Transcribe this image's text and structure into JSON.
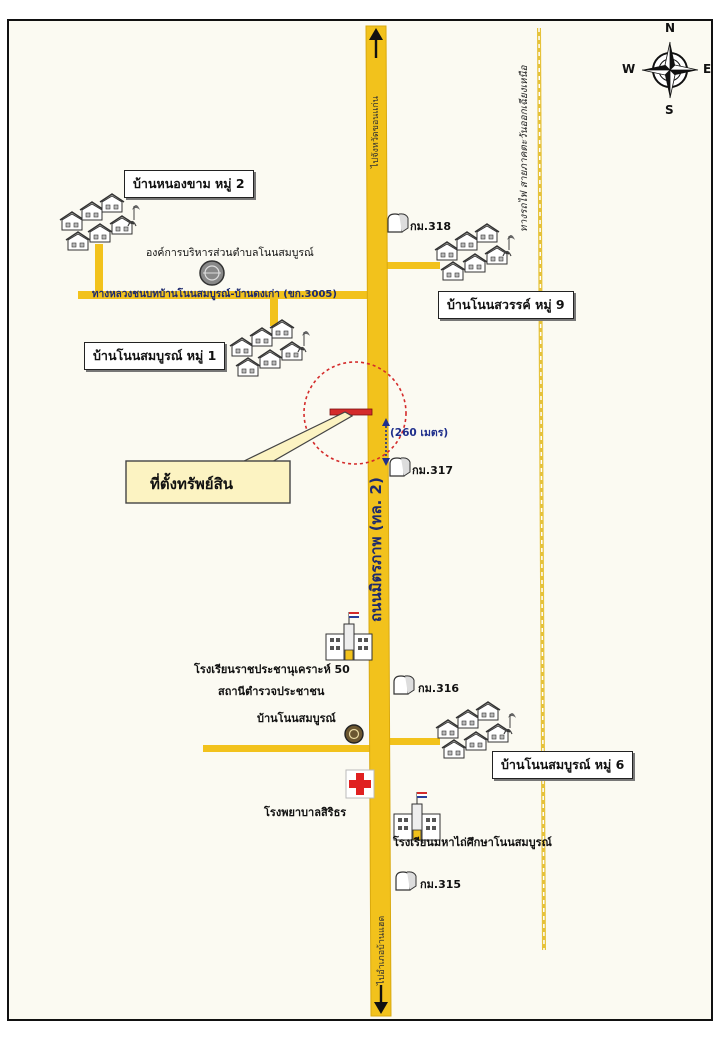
{
  "compass": {
    "n": "N",
    "s": "S",
    "e": "E",
    "w": "W"
  },
  "roads": {
    "main_road_label": "ถนนมิตรภาพ (ทล. 2)",
    "north_destination": "ไปจังหวัดขอนแก่น",
    "south_destination": "ไปอำเภอบ้านแฮด",
    "rural_road_label": "ทางหลวงชนบทบ้านโนนสมบูรณ์-บ้านดงเก่า (ขก.3005)",
    "railway_label": "ทางรถไฟ สายภาคตะวันออกเฉียงเหนือ"
  },
  "km_markers": [
    "กม.318",
    "กม.317",
    "กม.316",
    "กม.315"
  ],
  "villages": {
    "nong_kham": "บ้านหนองขาม หมู่ 2",
    "non_sawan": "บ้านโนนสวรรค์ หมู่ 9",
    "non_somboon_1": "บ้านโนนสมบูรณ์ หมู่ 1",
    "non_somboon_6": "บ้านโนนสมบูรณ์ หมู่ 6"
  },
  "places": {
    "sao": "องค์การบริหารส่วนตำบลโนนสมบูรณ์",
    "school_50": "โรงเรียนราชประชานุเคราะห์ 50",
    "police_line1": "สถานีตำรวจประชาชน",
    "police_line2": "บ้านโนนสมบูรณ์",
    "hospital": "โรงพยาบาลสิริธร",
    "high_school": "โรงเรียนมหาไถ่ศึกษาโนนสมบูรณ์"
  },
  "property": {
    "label": "ที่ตั้งทรัพย์สิน",
    "distance": "(260 เมตร)"
  },
  "colors": {
    "road": "#f2c21c",
    "road_edge": "#d9a90f",
    "background": "#fbfaf2",
    "callout": "#fcf3c2",
    "marker": "#d42b2b",
    "hospital": "#e02020"
  }
}
